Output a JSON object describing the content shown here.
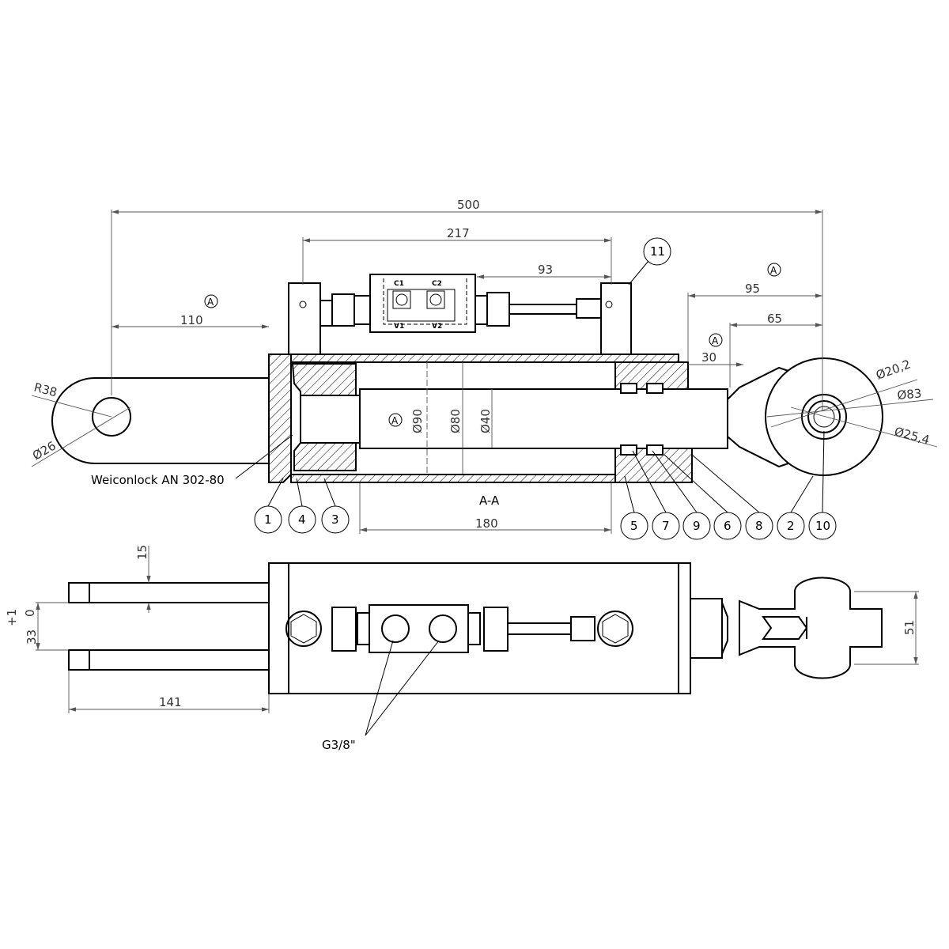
{
  "drawing": {
    "section_label": "A-A",
    "surface_mark": "A",
    "adhesive_note": "Weiconlock AN 302-80",
    "port_note": "G3/8\"",
    "valve_labels": {
      "c1": "C1",
      "c2": "C2",
      "v1": "V1",
      "v2": "V2"
    }
  },
  "dimensions": {
    "overall": "500",
    "valve_span": "217",
    "valve_offset": "93",
    "eye_center": "110",
    "rod_end_95": "95",
    "rod_end_65": "65",
    "rod_end_30": "30",
    "bore_90": "Ø90",
    "bore_80": "Ø80",
    "rod_40": "Ø40",
    "stroke_180": "180",
    "radius_38": "R38",
    "pin_26": "Ø26",
    "ball_20_2": "Ø20,2",
    "ball_83": "Ø83",
    "ball_25_4": "Ø25,4",
    "fork_15": "15",
    "fork_33": "33",
    "tol_plus": "+1",
    "tol_zero": "0",
    "clevis_141": "141",
    "ball_width_51": "51"
  },
  "balloons": [
    "1",
    "4",
    "3",
    "5",
    "7",
    "9",
    "6",
    "8",
    "2",
    "10",
    "11"
  ]
}
